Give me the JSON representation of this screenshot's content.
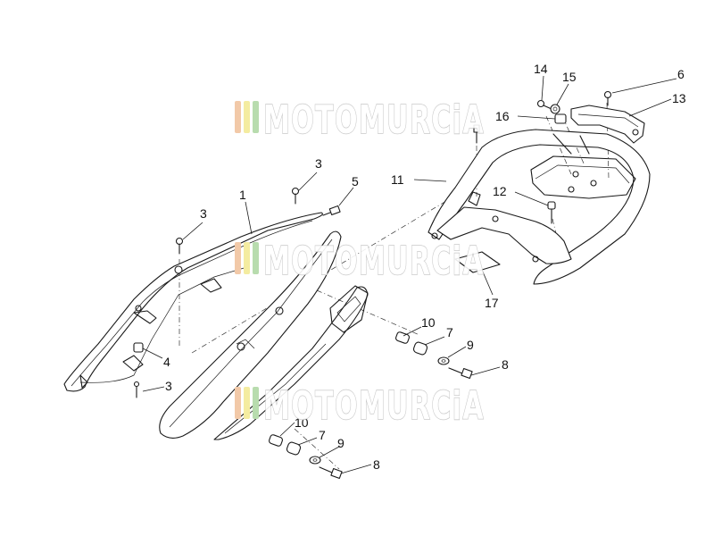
{
  "callouts": [
    "1",
    "3",
    "3",
    "3",
    "4",
    "5",
    "6",
    "7",
    "7",
    "8",
    "8",
    "9",
    "9",
    "10",
    "10",
    "11",
    "12",
    "13",
    "14",
    "15",
    "16",
    "17"
  ],
  "watermark": {
    "text": "MOTOMURCiA",
    "stripe_colors": [
      "#f2c9a8",
      "#f4eca0",
      "#b8dcae"
    ]
  }
}
